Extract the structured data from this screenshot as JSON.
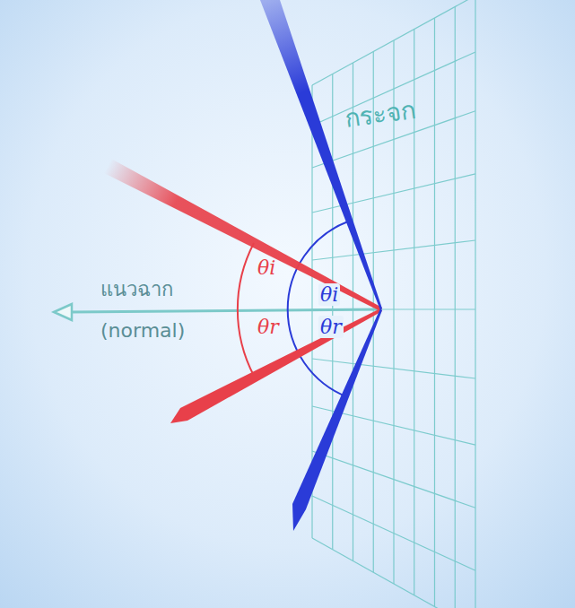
{
  "diagram": {
    "labels": [
      "กระจก",
      "แนวฉาก",
      "(normal)",
      "θi",
      "θr",
      "θi",
      "θr"
    ]
  }
}
